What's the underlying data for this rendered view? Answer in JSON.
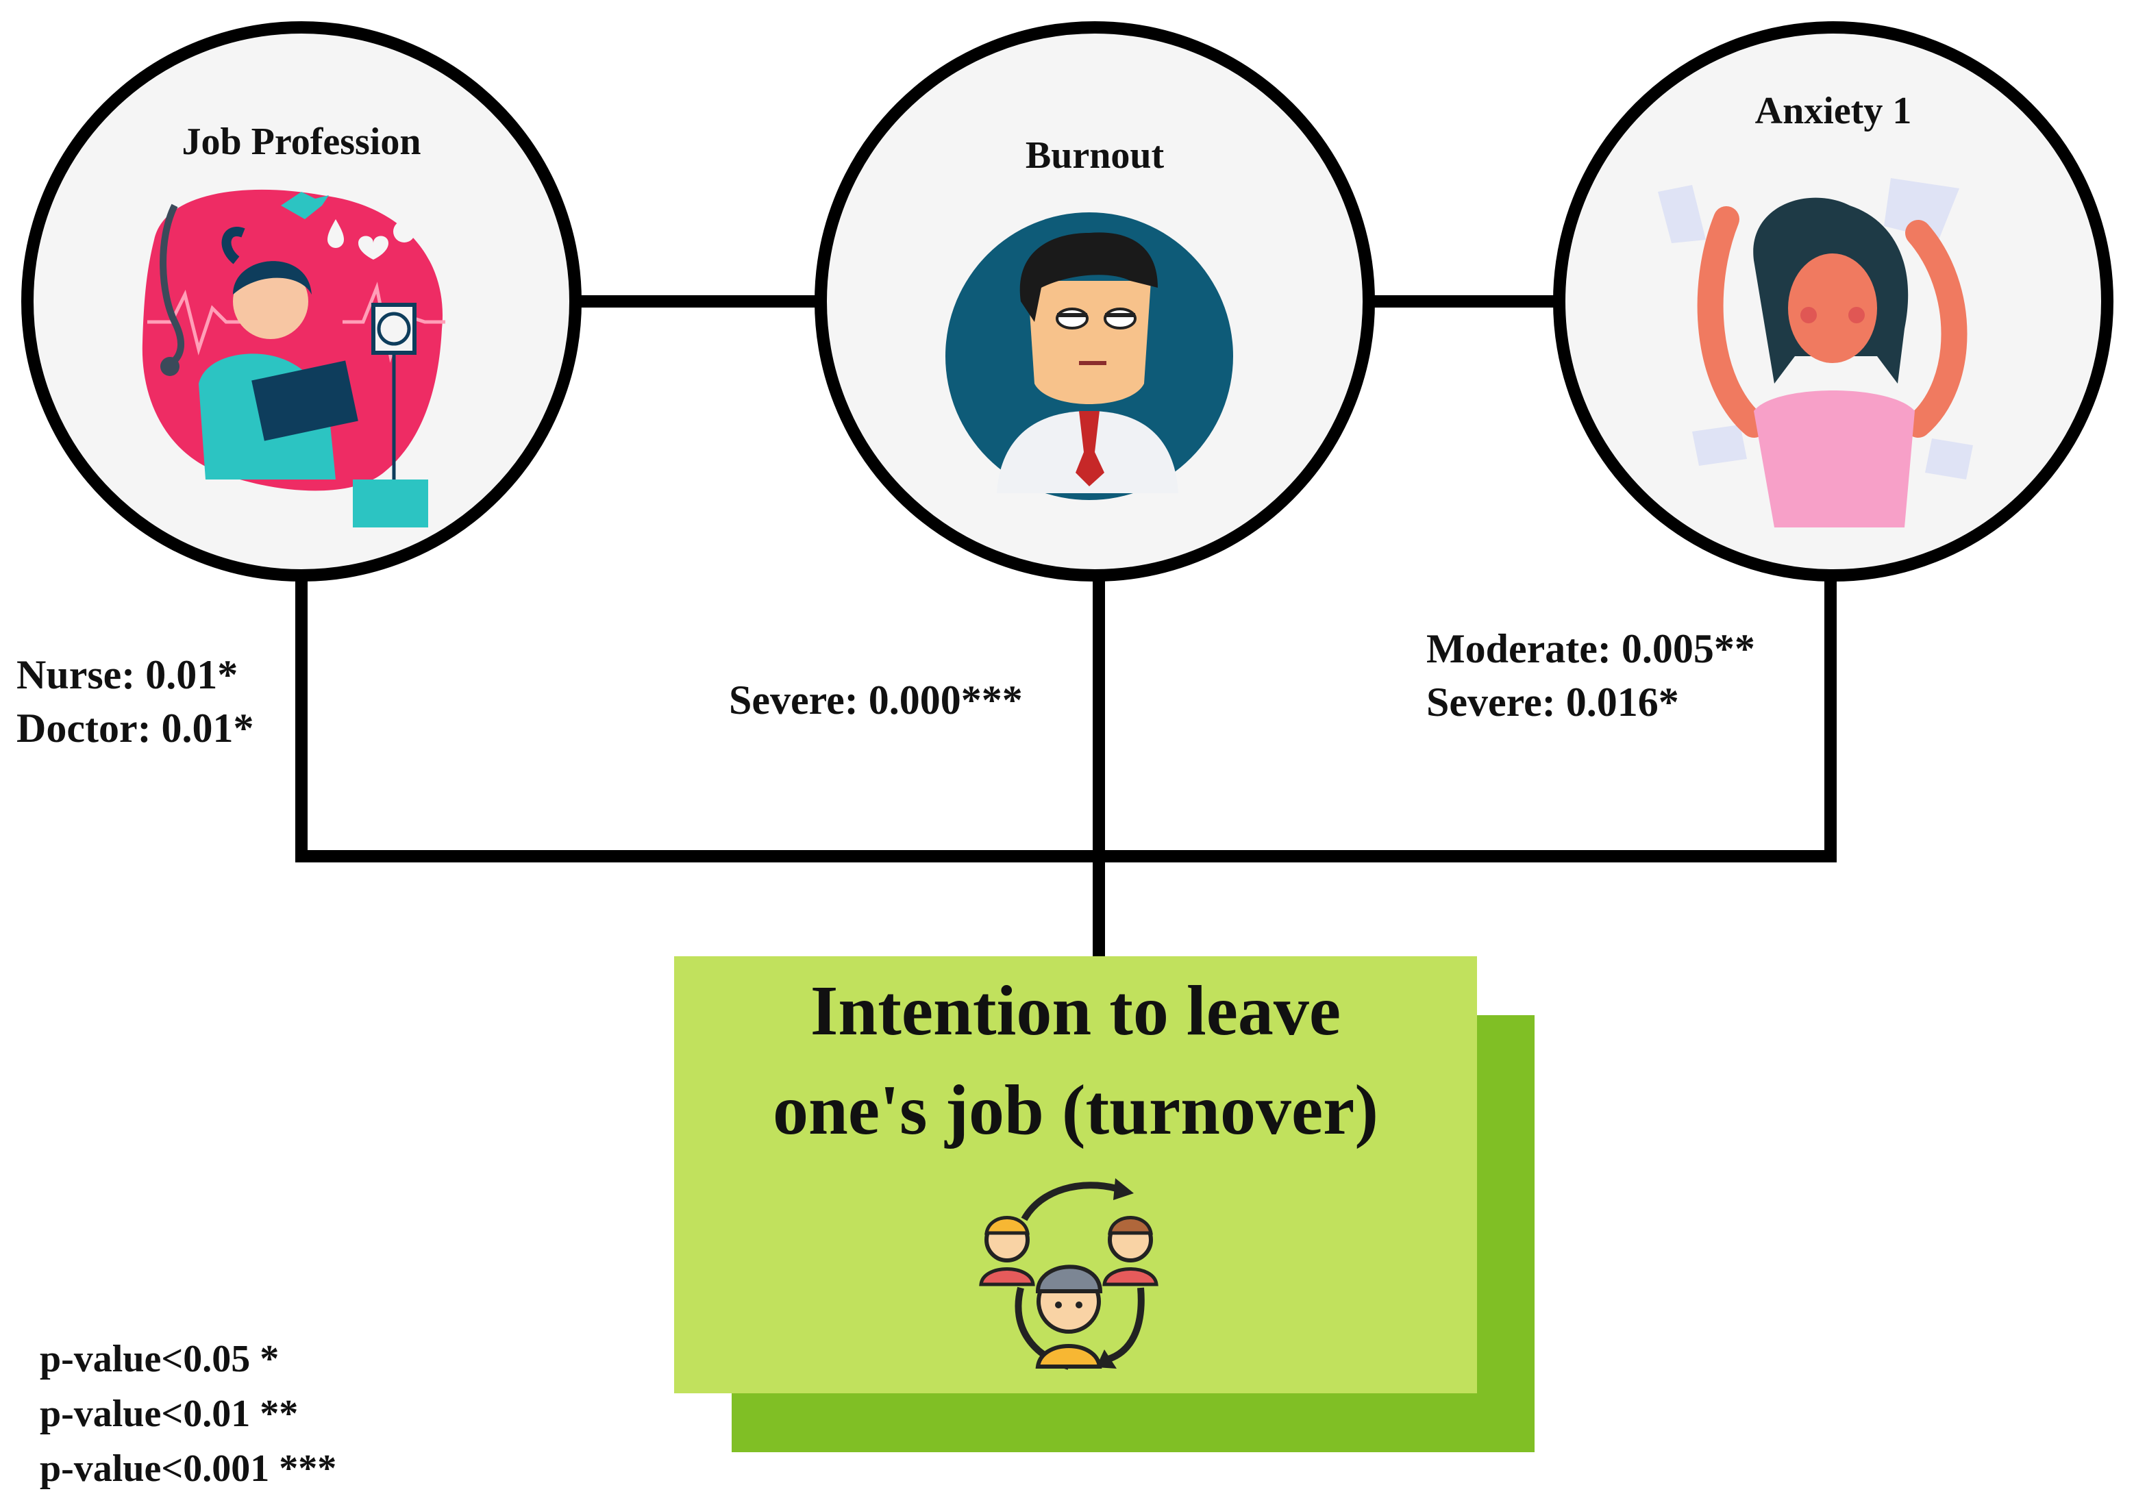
{
  "factors": [
    {
      "title": "Job Profession",
      "illustration": "nurse-with-clipboard-icon",
      "stats": [
        "Nurse: 0.01*",
        "Doctor: 0.01*"
      ]
    },
    {
      "title": "Burnout",
      "illustration": "exhausted-man-icon",
      "stats": [
        "Severe: 0.000***"
      ]
    },
    {
      "title": "Anxiety 1",
      "illustration": "stressed-woman-pulling-hair-icon",
      "stats": [
        "Moderate: 0.005**",
        "Severe: 0.016*"
      ]
    }
  ],
  "outcome": {
    "line1": "Intention to leave",
    "line2": "one's job (turnover)",
    "icon": "employee-rotation-icon",
    "color": "#c1e15d",
    "shadow_color": "#80bf25"
  },
  "legend": [
    "p-value<0.05 *",
    "p-value<0.01 **",
    "p-value<0.001 ***"
  ],
  "colors": {
    "line": "#000000",
    "circle_fill": "#f5f5f5",
    "nurse_blob": "#ee2c64",
    "nurse_scrubs": "#2cc4c2",
    "burnout_bg": "#0e5b78",
    "anxiety_shirt": "#f7a0c8",
    "anxiety_skin": "#f07a60"
  }
}
